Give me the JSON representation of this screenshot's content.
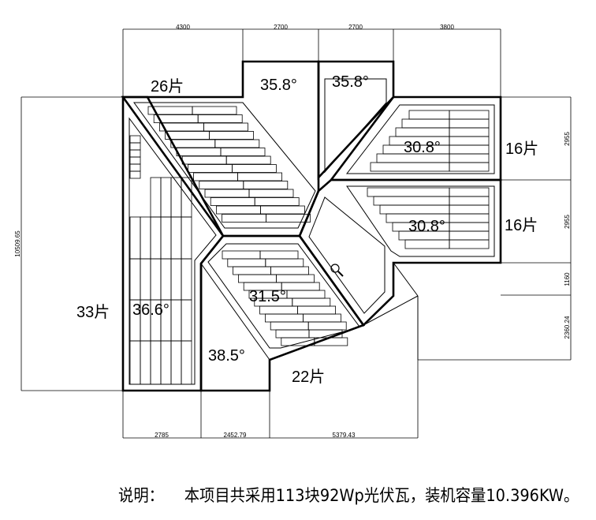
{
  "dimensions": {
    "top": [
      "4300",
      "2700",
      "2700",
      "3800"
    ],
    "bottom": [
      "2785",
      "2452.79",
      "5379.43"
    ],
    "left": [
      "10509.65"
    ],
    "right": [
      "2955",
      "2955",
      "1160",
      "2360.24"
    ]
  },
  "sections": {
    "top_left": {
      "count": "26片"
    },
    "top_center_left": {
      "angle": "35.8°"
    },
    "top_center_right": {
      "angle": "35.8°"
    },
    "right_upper": {
      "angle": "30.8°",
      "count": "16片"
    },
    "right_lower": {
      "angle": "30.8°",
      "count": "16片"
    },
    "left": {
      "angle": "36.6°",
      "count": "33片"
    },
    "center": {
      "angle": "31.5°",
      "count": "22片"
    },
    "bottom_small": {
      "angle": "38.5°"
    }
  },
  "note": {
    "label": "说明：",
    "text": "本项目共采用113块92Wp光伏瓦，装机容量10.396KW。"
  },
  "icons": {
    "magnifier": "magnifier-icon"
  }
}
